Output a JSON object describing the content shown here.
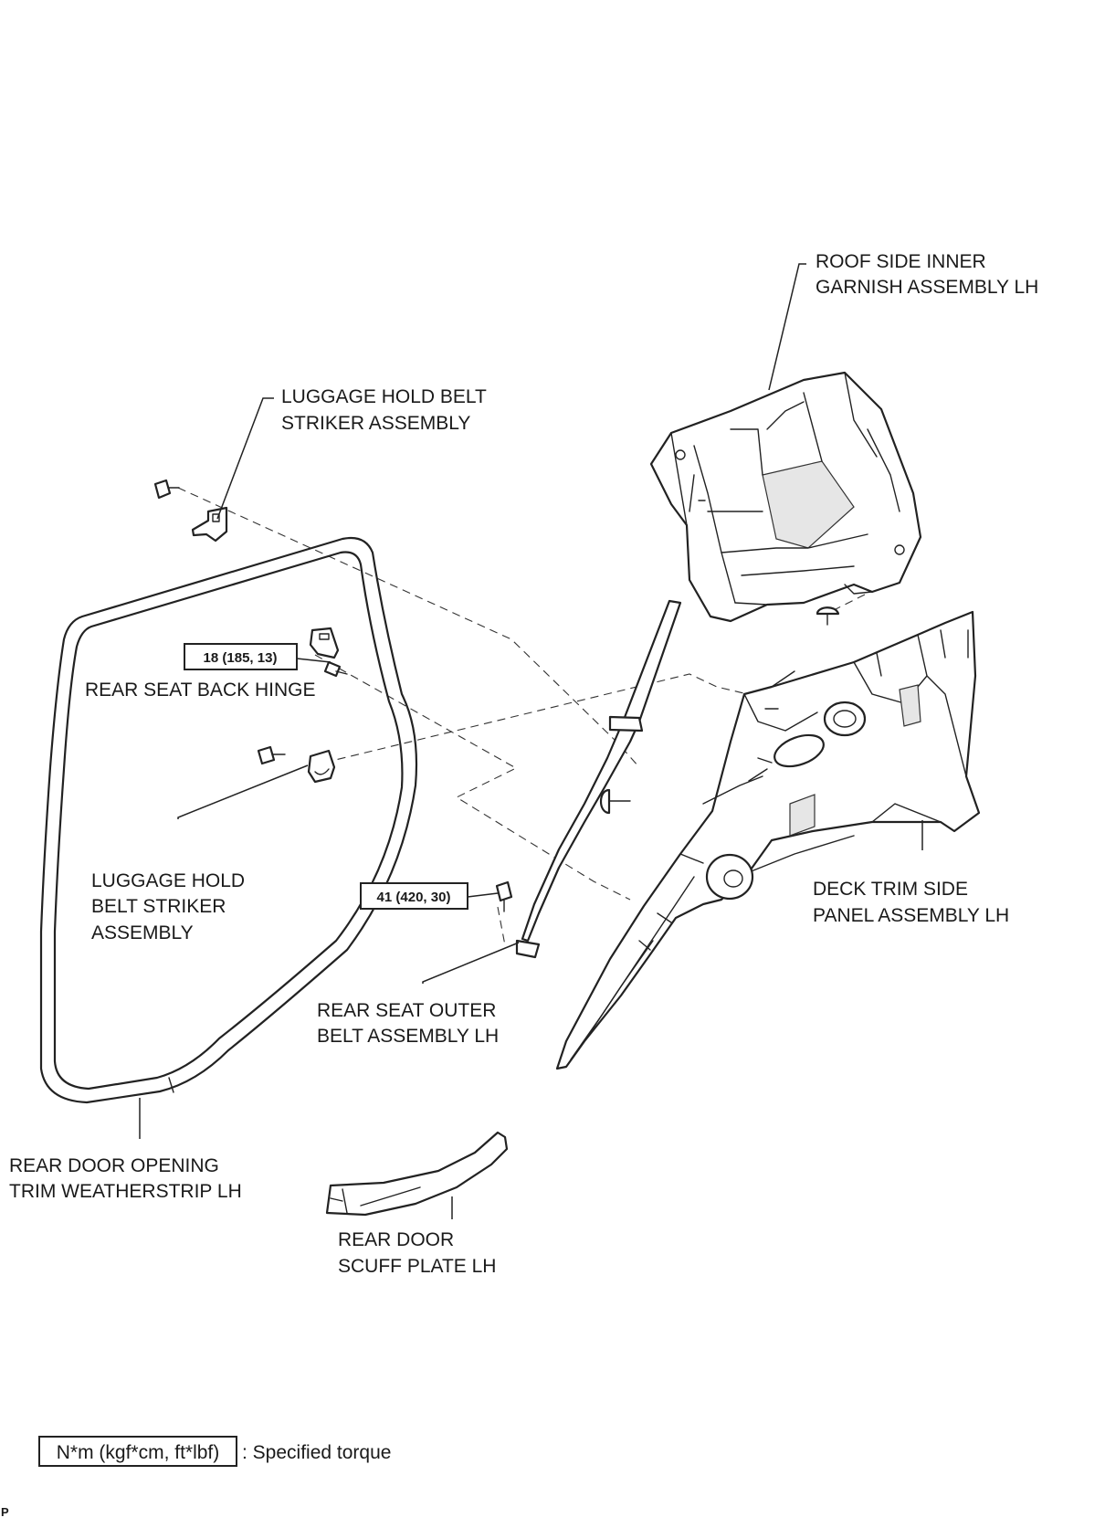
{
  "labels": {
    "roof_side_inner_garnish": [
      "ROOF SIDE INNER",
      "GARNISH ASSEMBLY LH"
    ],
    "luggage_hold_belt_striker_upper": [
      "LUGGAGE HOLD BELT",
      "STRIKER ASSEMBLY"
    ],
    "rear_seat_back_hinge": [
      "REAR SEAT BACK HINGE"
    ],
    "luggage_hold_belt_striker_lower": [
      "LUGGAGE HOLD",
      "BELT STRIKER",
      "ASSEMBLY"
    ],
    "deck_trim_side_panel": [
      "DECK TRIM SIDE",
      "PANEL ASSEMBLY LH"
    ],
    "rear_seat_outer_belt": [
      "REAR SEAT OUTER",
      "BELT ASSEMBLY LH"
    ],
    "rear_door_opening_trim_weatherstrip": [
      "REAR DOOR OPENING",
      "TRIM WEATHERSTRIP LH"
    ],
    "rear_door_scuff_plate": [
      "REAR DOOR",
      "SCUFF PLATE LH"
    ]
  },
  "torques": {
    "rear_seat_back_hinge_bolt": "18 (185, 13)",
    "rear_seat_outer_belt_bolt": "41 (420, 30)"
  },
  "legend": {
    "unit": "N*m (kgf*cm, ft*lbf)",
    "text": ": Specified torque"
  },
  "corner_mark": "P"
}
